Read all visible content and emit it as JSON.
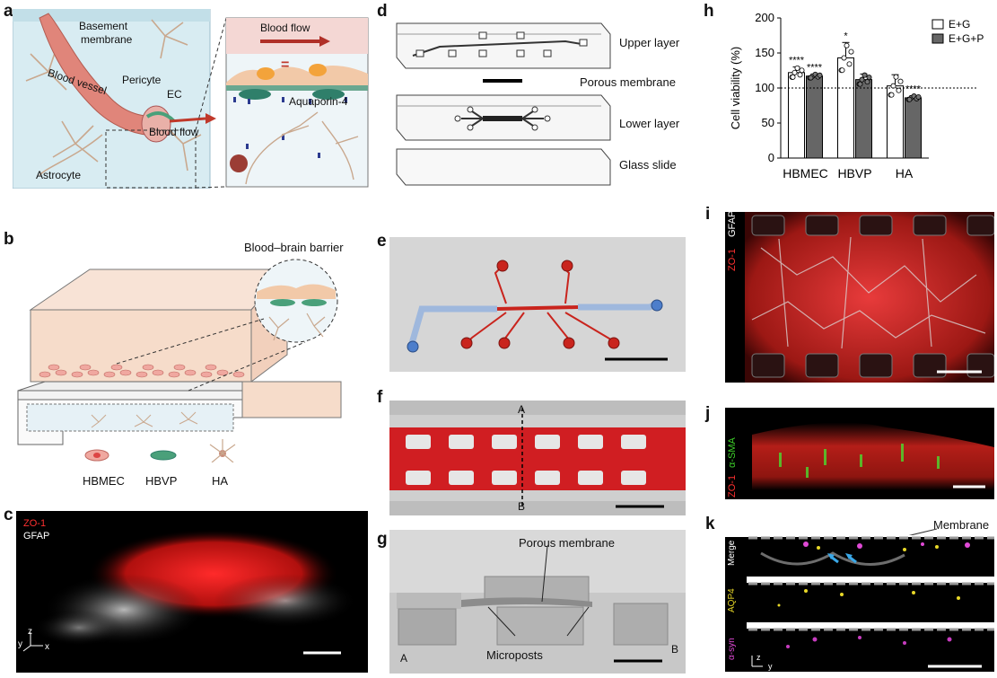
{
  "panels": {
    "a": {
      "label": "a",
      "texts": {
        "basement": "Basement",
        "membrane": "membrane",
        "pericyte": "Pericyte",
        "vessel": "Blood vessel",
        "ec": "EC",
        "flow": "Blood flow",
        "astrocyte": "Astrocyte",
        "flow_inset": "Blood flow",
        "eq": "=",
        "aquaporin": "Aquaporin-4"
      }
    },
    "b": {
      "label": "b",
      "title": "Blood–brain barrier",
      "legend": [
        "HBMEC",
        "HBVP",
        "HA"
      ]
    },
    "c": {
      "label": "c",
      "stain1": "ZO-1",
      "stain2": "GFAP",
      "axes": {
        "z": "z",
        "y": "y",
        "x": "x"
      }
    },
    "d": {
      "label": "d",
      "layers": [
        "Upper layer",
        "Porous membrane",
        "Lower layer",
        "Glass slide"
      ]
    },
    "e": {
      "label": "e"
    },
    "f": {
      "label": "f",
      "top": "A",
      "bottom": "B"
    },
    "g": {
      "label": "g",
      "membrane": "Porous membrane",
      "posts": "Microposts",
      "left": "A",
      "right": "B"
    },
    "h": {
      "label": "h"
    },
    "i": {
      "label": "i",
      "stain1": "ZO-1",
      "stain2": "GFAP"
    },
    "j": {
      "label": "j",
      "stain1": "ZO-1",
      "stain2": "α-SMA"
    },
    "k": {
      "label": "k",
      "membrane": "Membrane",
      "rows": [
        "Merge",
        "AQP4",
        "α-syn"
      ],
      "axes": {
        "z": "z",
        "y": "y"
      }
    }
  },
  "chart_data": {
    "type": "bar",
    "categories": [
      "HBMEC",
      "HBVP",
      "HA"
    ],
    "series": [
      {
        "name": "E+G",
        "values": [
          122,
          143,
          103
        ],
        "errors": [
          8,
          22,
          16
        ]
      },
      {
        "name": "E+G+P",
        "values": [
          117,
          112,
          86
        ],
        "errors": [
          3,
          8,
          3
        ]
      }
    ],
    "significance": [
      [
        "****",
        "****"
      ],
      [
        "*",
        ""
      ],
      [
        "",
        "****"
      ]
    ],
    "ylabel": "Cell viability (%)",
    "ylim": [
      0,
      200
    ],
    "yticks": [
      0,
      50,
      100,
      150,
      200
    ],
    "reference_line": 100,
    "legend_position": "top-right",
    "colors": {
      "E+G": "#ffffff",
      "E+G+P": "#666666"
    }
  }
}
